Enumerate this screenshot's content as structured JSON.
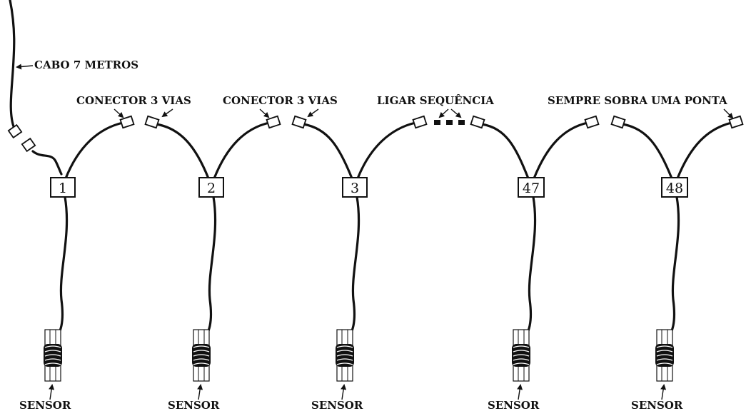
{
  "labels": {
    "cable": "CABO 7 METROS",
    "connector_1": "CONECTOR 3 VIAS",
    "connector_2": "CONECTOR 3 VIAS",
    "sequence": "LIGAR SEQUÊNCIA",
    "end_note": "SEMPRE SOBRA UMA PONTA",
    "sensor": "SENSOR"
  },
  "units": [
    {
      "number": "1"
    },
    {
      "number": "2"
    },
    {
      "number": "3"
    },
    {
      "number": "47"
    },
    {
      "number": "48"
    }
  ]
}
